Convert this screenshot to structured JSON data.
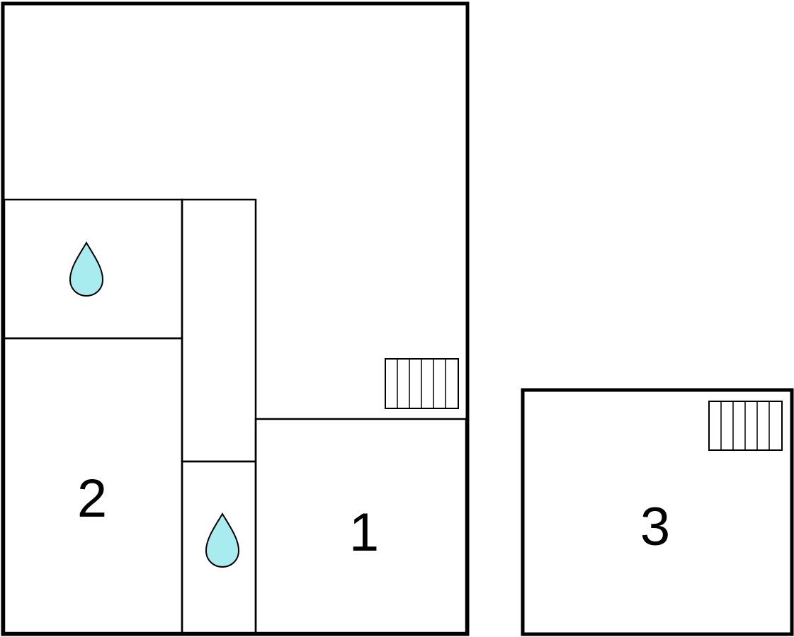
{
  "floor_plan": {
    "rooms": [
      {
        "number": "1",
        "type": "room"
      },
      {
        "number": "2",
        "type": "room"
      },
      {
        "number": "3",
        "type": "room"
      }
    ],
    "bathroom_icon": "water-drop-icon",
    "stairs_icon": "stairs-icon"
  },
  "colors": {
    "wall": "#000000",
    "background": "#ffffff",
    "water_drop_fill": "#a9ecf0"
  }
}
